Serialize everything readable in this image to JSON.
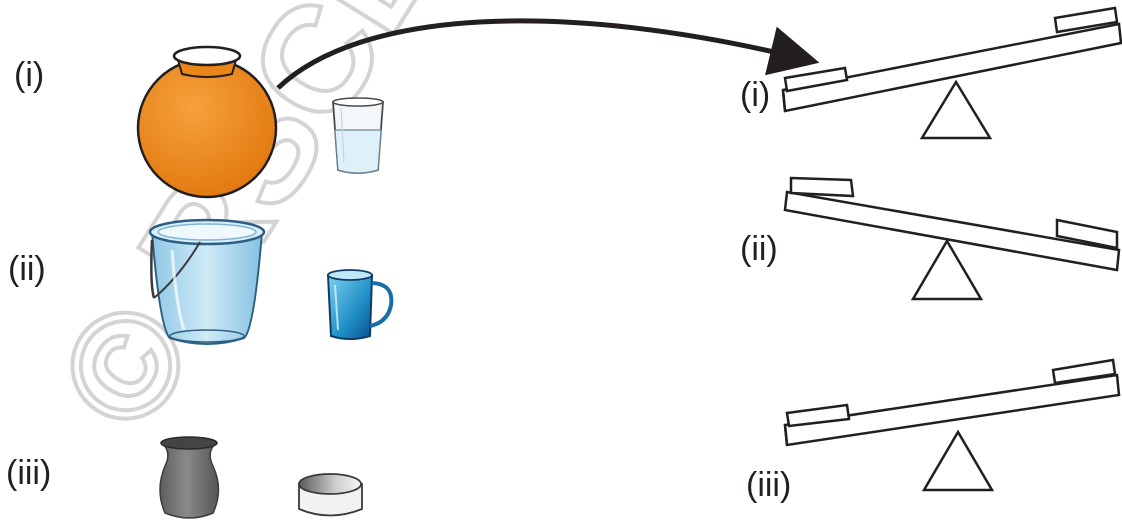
{
  "labels": {
    "left_i": "(i)",
    "left_ii": "(ii)",
    "left_iii": "(iii)",
    "right_i": "(i)",
    "right_ii": "(ii)",
    "right_iii": "(iii)"
  },
  "watermark": {
    "text": "© RSCERT NOT"
  },
  "colors": {
    "pot": "#ef8a1c",
    "bucket": "#a9d6ee",
    "mug": "#2aa7d8",
    "vessel": "#707070",
    "ink": "#231f20",
    "watermark": "#d9d9d9"
  },
  "icons": {
    "pot": "matka-pot-icon",
    "glass": "water-glass-icon",
    "bucket": "bucket-icon",
    "mug": "mug-icon",
    "vessel": "clay-vessel-icon",
    "bowl": "bowl-icon",
    "arrow": "curved-arrow-icon",
    "balance": "seesaw-balance-icon"
  }
}
